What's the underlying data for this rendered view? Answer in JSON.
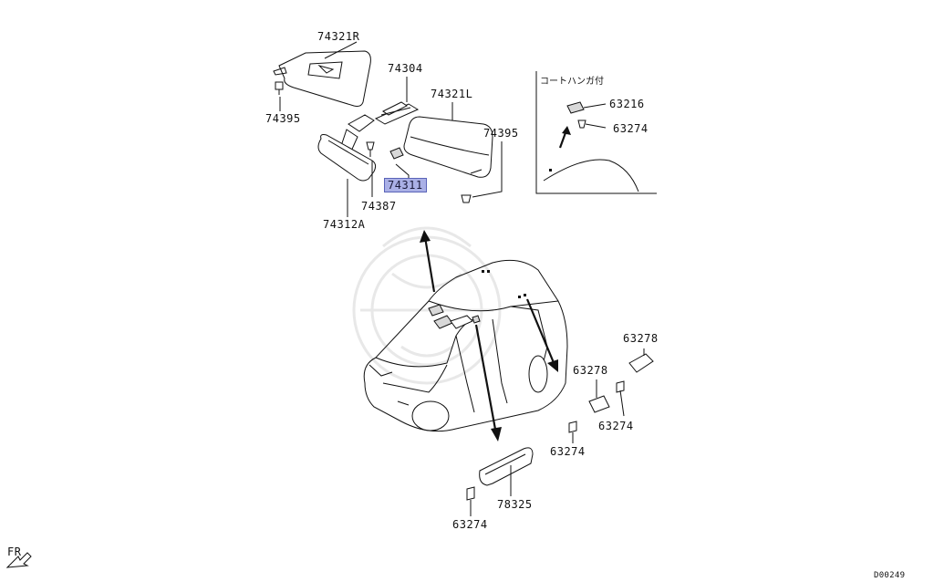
{
  "diagram": {
    "parts": [
      {
        "id": "74321R",
        "label": "74321R"
      },
      {
        "id": "74304",
        "label": "74304"
      },
      {
        "id": "74321L",
        "label": "74321L"
      },
      {
        "id": "74395_right",
        "label": "74395"
      },
      {
        "id": "74395_left",
        "label": "74395"
      },
      {
        "id": "74311",
        "label": "74311",
        "highlighted": true
      },
      {
        "id": "74387",
        "label": "74387"
      },
      {
        "id": "74312A",
        "label": "74312A"
      },
      {
        "id": "63216",
        "label": "63216"
      },
      {
        "id": "63274_inset",
        "label": "63274"
      },
      {
        "id": "63278_a",
        "label": "63278"
      },
      {
        "id": "63278_b",
        "label": "63278"
      },
      {
        "id": "63274_a",
        "label": "63274"
      },
      {
        "id": "63274_b",
        "label": "63274"
      },
      {
        "id": "78325",
        "label": "78325"
      },
      {
        "id": "63274_c",
        "label": "63274"
      }
    ],
    "inset_caption": "コートハンガ付",
    "direction_label": "FR",
    "diagram_code": "D00249",
    "highlight_color": "#aab0e6"
  }
}
